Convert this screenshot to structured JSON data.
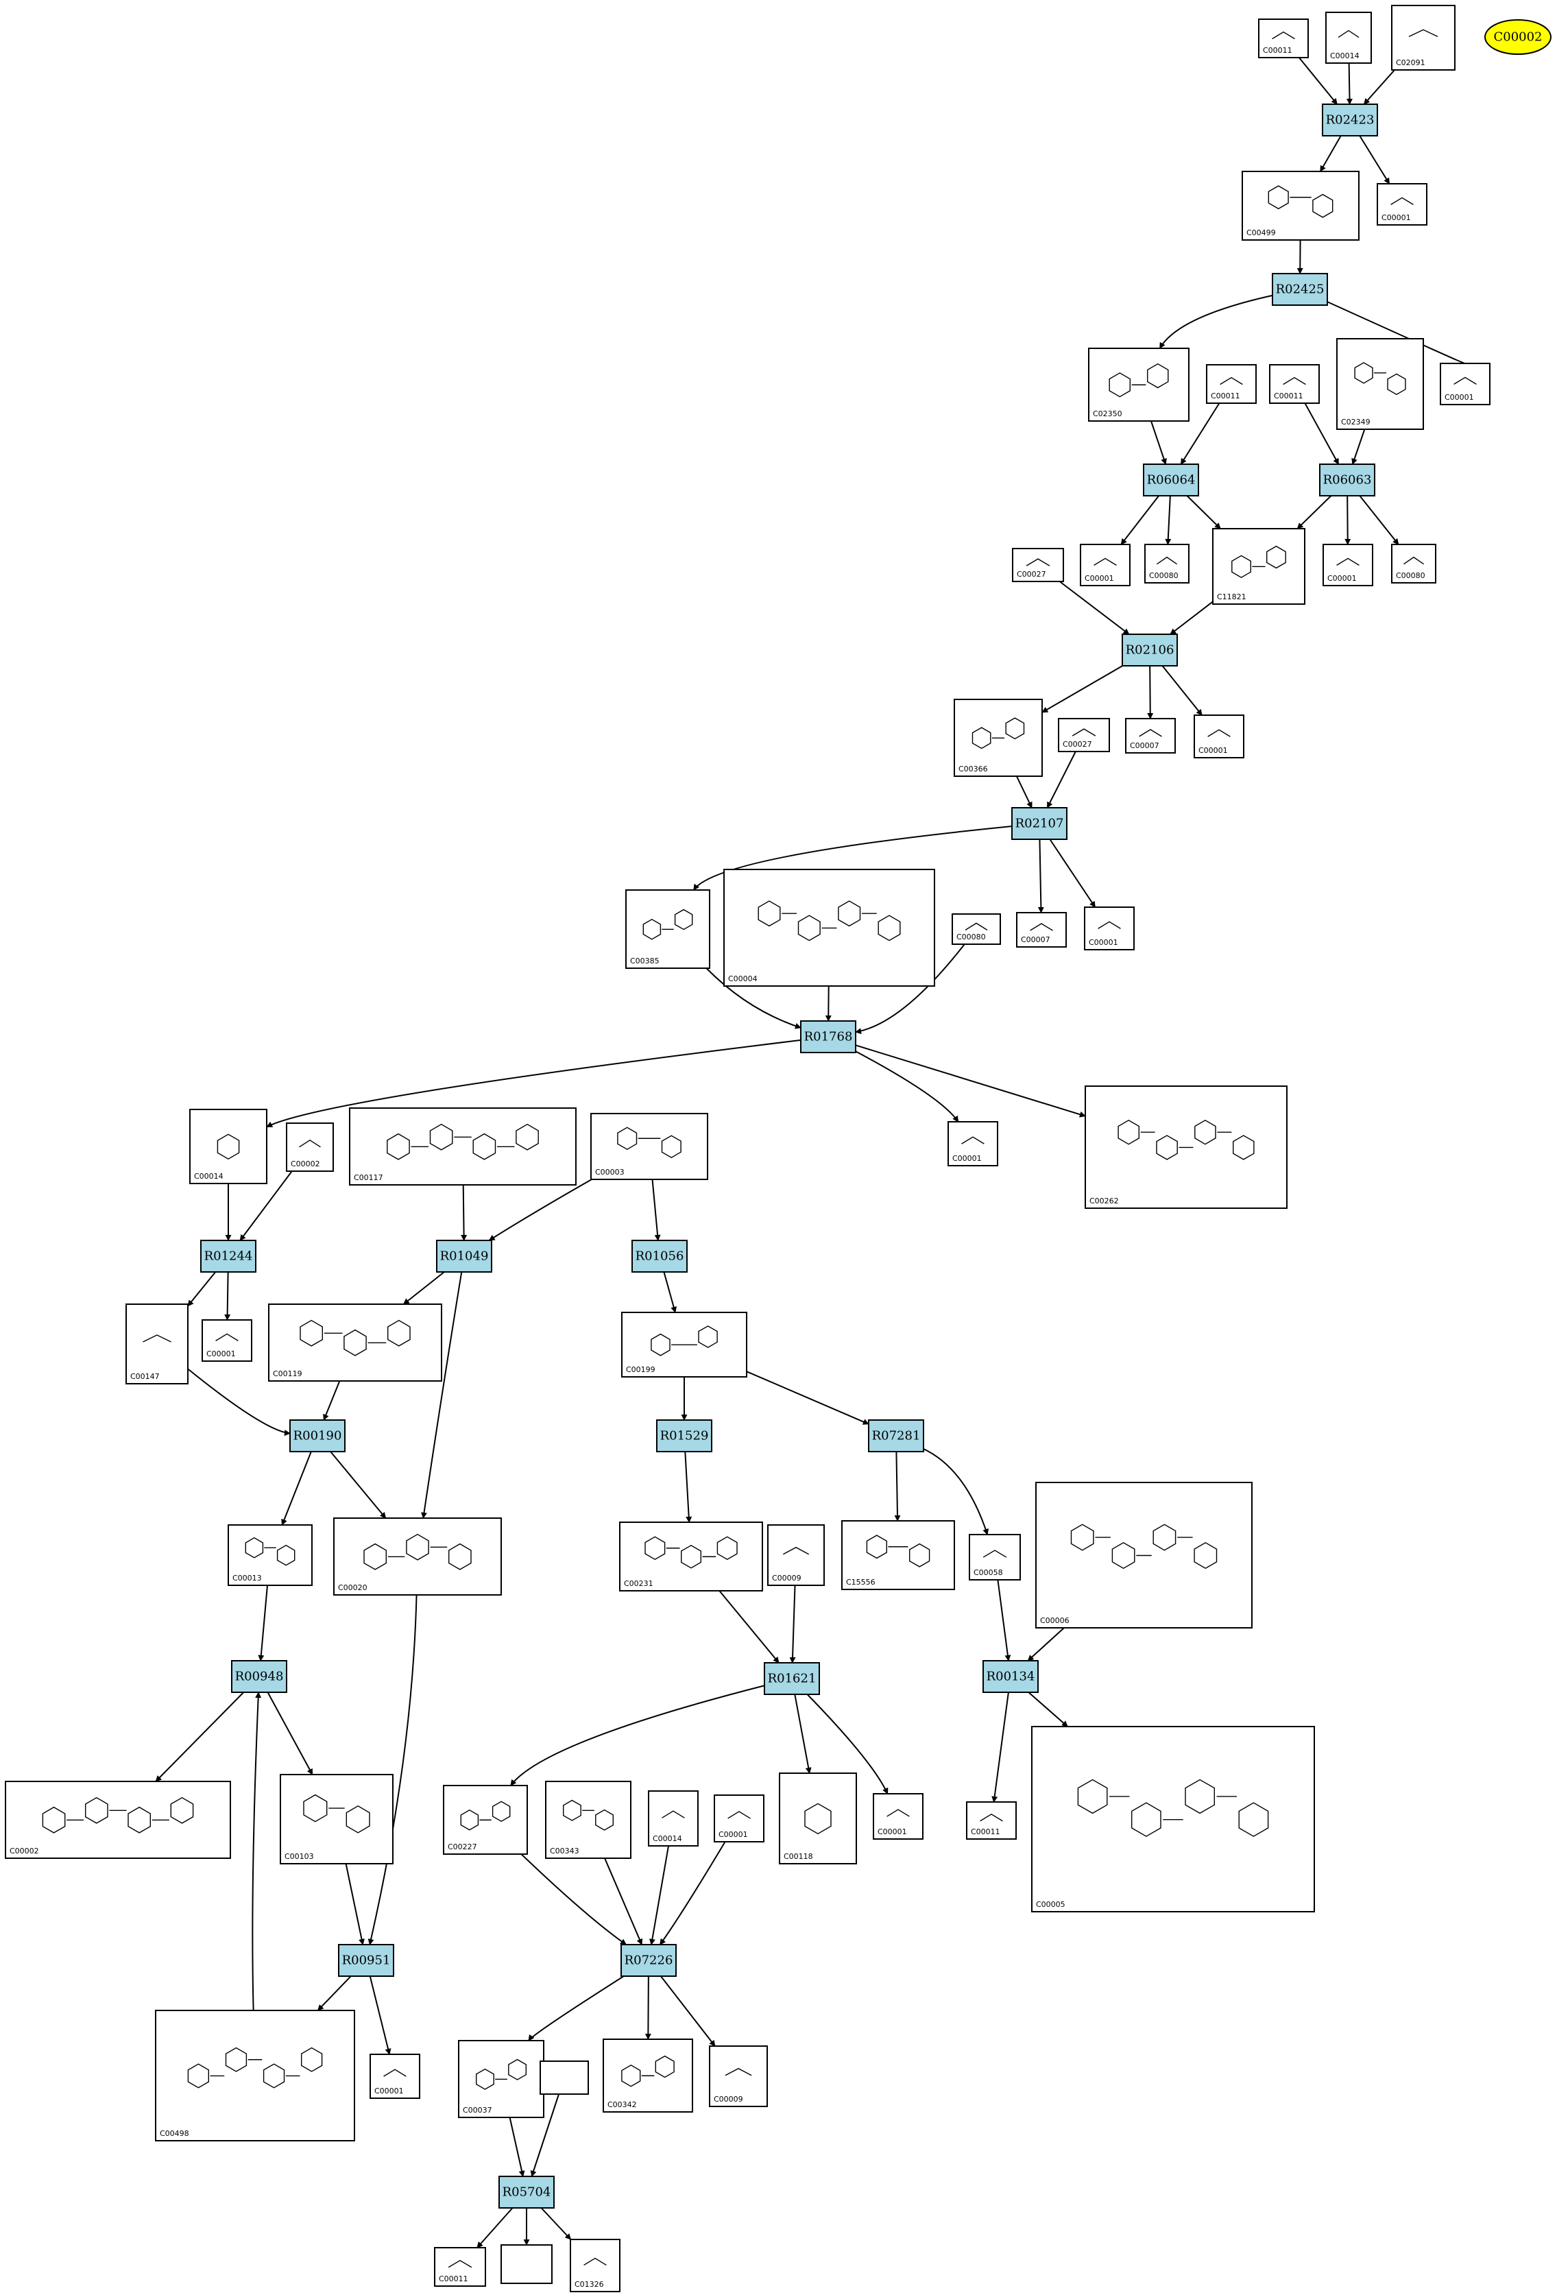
{
  "start_node": {
    "id": "C00002"
  },
  "reactions": [
    {
      "id": "R02423"
    },
    {
      "id": "R02425"
    },
    {
      "id": "R06064"
    },
    {
      "id": "R06063"
    },
    {
      "id": "R02106"
    },
    {
      "id": "R02107"
    },
    {
      "id": "R01768"
    },
    {
      "id": "R01244"
    },
    {
      "id": "R01049"
    },
    {
      "id": "R01056"
    },
    {
      "id": "R00190"
    },
    {
      "id": "R01529"
    },
    {
      "id": "R07281"
    },
    {
      "id": "R00948"
    },
    {
      "id": "R01621"
    },
    {
      "id": "R00134"
    },
    {
      "id": "R00951"
    },
    {
      "id": "R07226"
    },
    {
      "id": "R05704"
    }
  ],
  "compounds": [
    {
      "id": "C00011"
    },
    {
      "id": "C00014"
    },
    {
      "id": "C02091"
    },
    {
      "id": "C00499"
    },
    {
      "id": "C00001"
    },
    {
      "id": "C00001"
    },
    {
      "id": "C02350"
    },
    {
      "id": "C00011"
    },
    {
      "id": "C00011"
    },
    {
      "id": "C02349"
    },
    {
      "id": "C00001"
    },
    {
      "id": "C00080"
    },
    {
      "id": "C11821"
    },
    {
      "id": "C00001"
    },
    {
      "id": "C00080"
    },
    {
      "id": "C00027"
    },
    {
      "id": "C00366"
    },
    {
      "id": "C00027"
    },
    {
      "id": "C00007"
    },
    {
      "id": "C00001"
    },
    {
      "id": "C00385"
    },
    {
      "id": "C00004"
    },
    {
      "id": "C00080"
    },
    {
      "id": "C00007"
    },
    {
      "id": "C00001"
    },
    {
      "id": "C00262"
    },
    {
      "id": "C00014"
    },
    {
      "id": "C00002"
    },
    {
      "id": "C00117"
    },
    {
      "id": "C00003"
    },
    {
      "id": "C00001"
    },
    {
      "id": "C00147"
    },
    {
      "id": "C00001"
    },
    {
      "id": "C00119"
    },
    {
      "id": "C00199"
    },
    {
      "id": "C00013"
    },
    {
      "id": "C00020"
    },
    {
      "id": "C00231"
    },
    {
      "id": "C00009"
    },
    {
      "id": "C15556"
    },
    {
      "id": "C00058"
    },
    {
      "id": "C00006"
    },
    {
      "id": "C00002"
    },
    {
      "id": "C00103"
    },
    {
      "id": "C00227"
    },
    {
      "id": "C00343"
    },
    {
      "id": "C00014"
    },
    {
      "id": "C00001"
    },
    {
      "id": "C00118"
    },
    {
      "id": "C00001"
    },
    {
      "id": "C00011"
    },
    {
      "id": "C00005"
    },
    {
      "id": "C00498"
    },
    {
      "id": "C00001"
    },
    {
      "id": "C00037"
    },
    {
      "id": ""
    },
    {
      "id": "C00342"
    },
    {
      "id": "C00009"
    },
    {
      "id": "C00011"
    },
    {
      "id": ""
    },
    {
      "id": "C01326"
    }
  ]
}
